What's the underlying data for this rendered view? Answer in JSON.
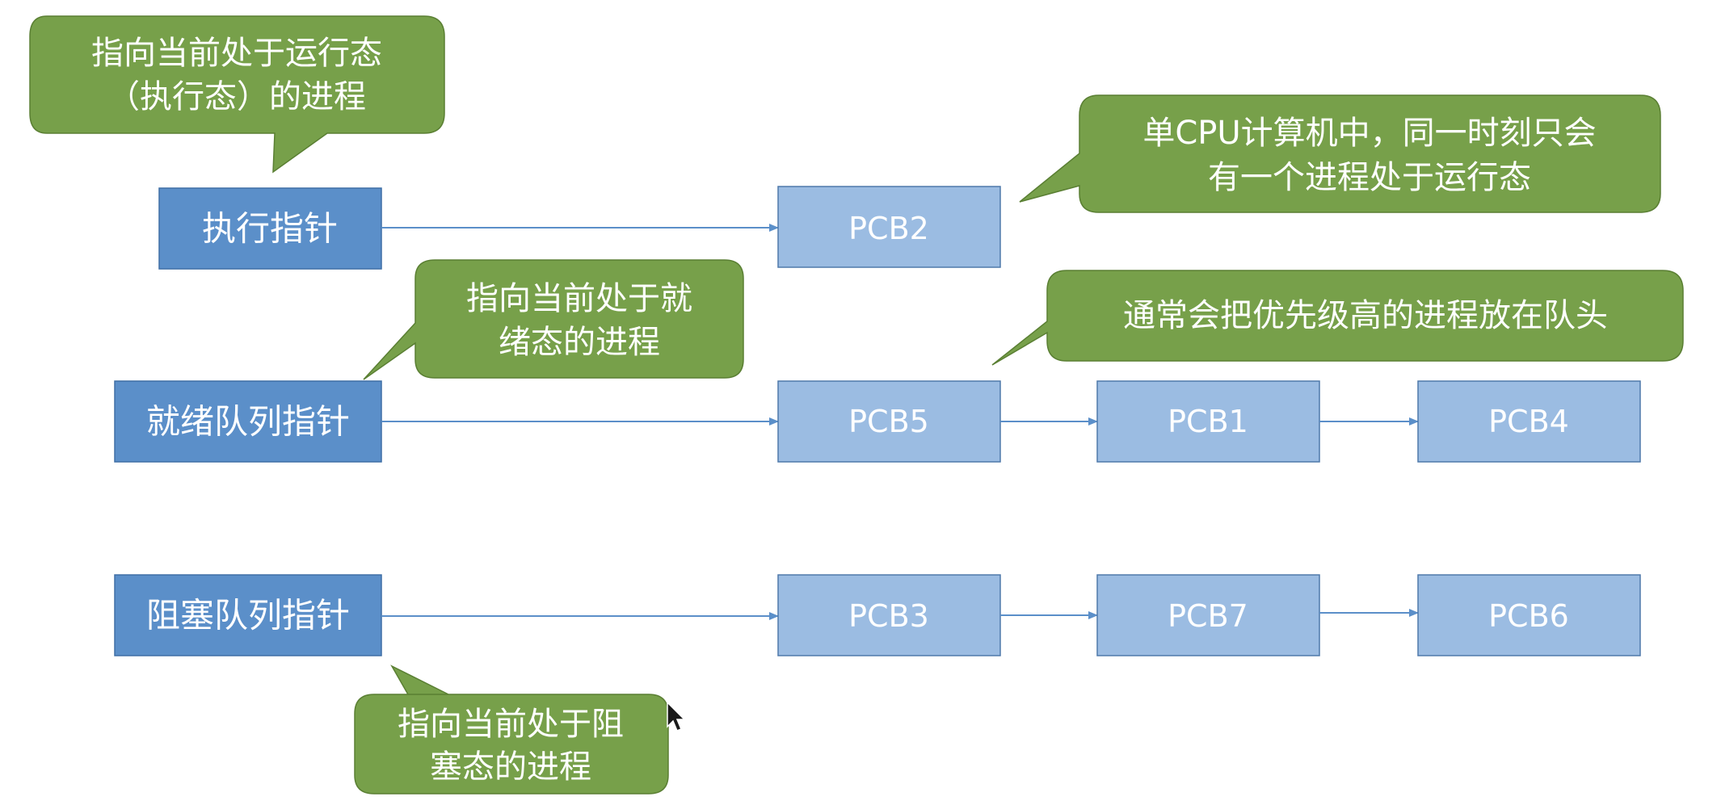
{
  "pointers": {
    "exec": "执行指针",
    "ready": "就绪队列指针",
    "blocked": "阻塞队列指针"
  },
  "pcbs": {
    "running": "PCB2",
    "ready": [
      "PCB5",
      "PCB1",
      "PCB4"
    ],
    "blocked": [
      "PCB3",
      "PCB7",
      "PCB6"
    ]
  },
  "callouts": {
    "exec": [
      "指向当前处于运行态",
      "（执行态）的进程"
    ],
    "single_cpu": [
      "单CPU计算机中，同一时刻只会",
      "有一个进程处于运行态"
    ],
    "ready": [
      "指向当前处于就",
      "绪态的进程"
    ],
    "priority": [
      "通常会把优先级高的进程放在队头"
    ],
    "blocked": [
      "指向当前处于阻",
      "塞态的进程"
    ]
  },
  "colors": {
    "pointer_box": "#5b8fc9",
    "pcb_box": "#9bbce2",
    "callout": "#77a04a",
    "arrow": "#5b8fc9"
  }
}
